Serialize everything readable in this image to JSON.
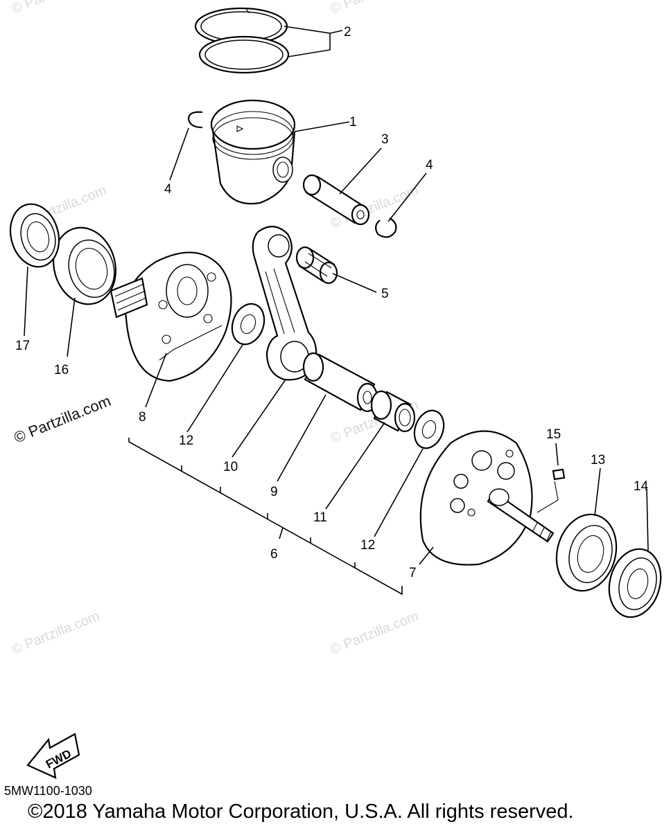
{
  "diagram": {
    "code": "5MW1100-1030",
    "copyright": "©2018  Yamaha Motor Corporation, U.S.A. All rights reserved.",
    "fwd_label": "FWD",
    "watermark_main": "© Partzilla.com",
    "watermark_faint": "© Partzilla.com",
    "callouts": {
      "c1": "1",
      "c2": "2",
      "c3": "3",
      "c4a": "4",
      "c4b": "4",
      "c5": "5",
      "c6": "6",
      "c7": "7",
      "c8": "8",
      "c9": "9",
      "c10": "10",
      "c11": "11",
      "c12a": "12",
      "c12b": "12",
      "c13": "13",
      "c14": "14",
      "c15": "15",
      "c16": "16",
      "c17": "17"
    }
  }
}
